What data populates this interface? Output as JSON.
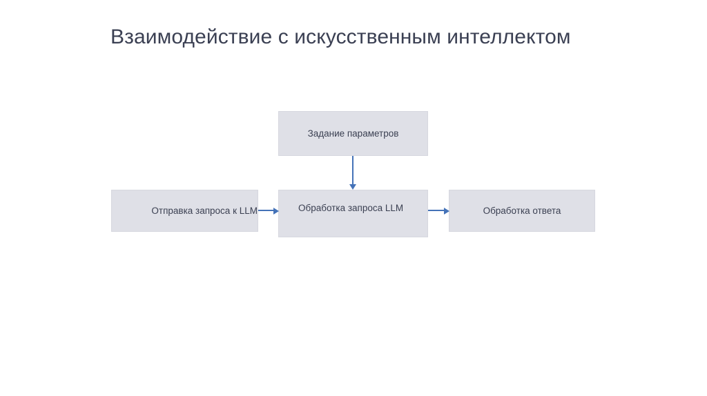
{
  "slide": {
    "title": "Взаимодействие с искусственным интеллектом",
    "background_color": "#ffffff",
    "title_color": "#3b4053"
  },
  "diagram": {
    "type": "flowchart",
    "node_fill_color": "#dfe0e7",
    "node_border_color": "#d6d7df",
    "node_text_color": "#3a3f51",
    "connector_color": "#4472b8",
    "nodes": [
      {
        "id": "params",
        "label": "Задание параметров"
      },
      {
        "id": "send",
        "label": "Отправка запроса к LLM"
      },
      {
        "id": "process",
        "label": "Обработка запроса LLM"
      },
      {
        "id": "answer",
        "label": "Обработка ответа"
      }
    ],
    "connectors": [
      {
        "from": "params",
        "to": "process",
        "direction": "down"
      },
      {
        "from": "send",
        "to": "process",
        "direction": "right"
      },
      {
        "from": "process",
        "to": "answer",
        "direction": "right"
      }
    ]
  }
}
